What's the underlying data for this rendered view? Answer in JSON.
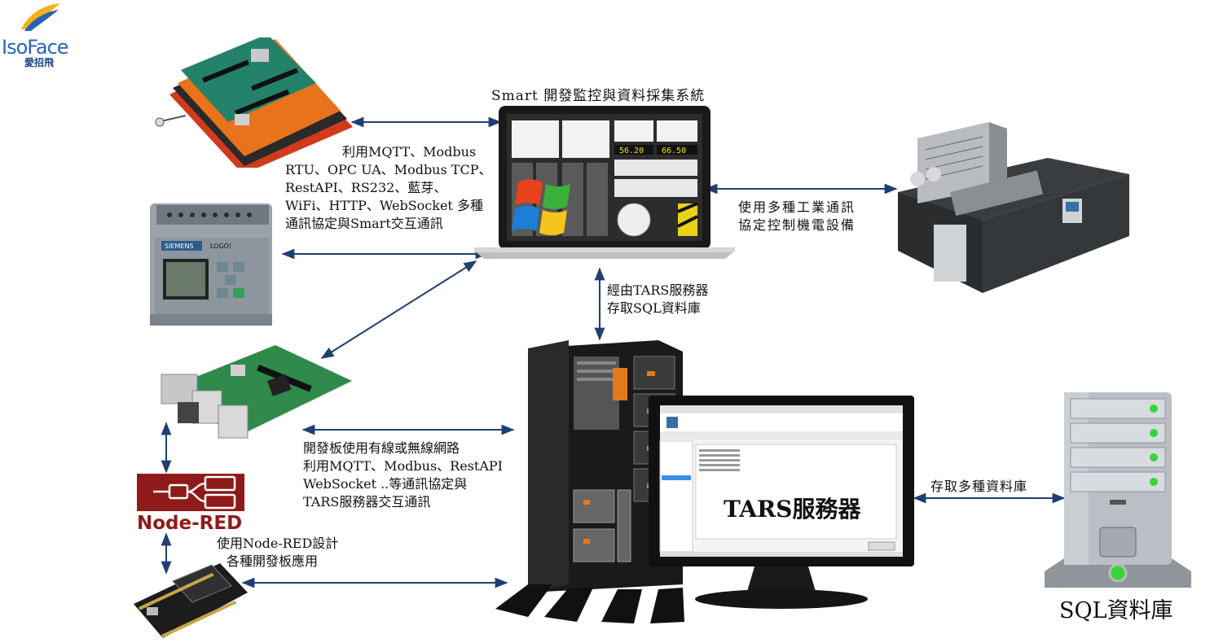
{
  "logo": {
    "name": "IsoFace",
    "subtitle": "愛招飛"
  },
  "laptop": {
    "title": "Smart 開發監控與資料採集系統"
  },
  "protocols": {
    "lines": [
      "利用MQTT、Modbus",
      "RTU、OPC UA、Modbus TCP、",
      "RestAPI、RS232、藍芽、",
      "WiFi、HTTP、WebSocket 多種",
      "通訊協定與Smart交互通訊"
    ]
  },
  "industrial": {
    "lines": [
      "使用多種工業通訊",
      "協定控制機電設備"
    ]
  },
  "tars_access": {
    "lines": [
      "經由TARS服務器",
      "存取SQL資料庫"
    ]
  },
  "board_network": {
    "lines": [
      "開發板使用有線或無線網路",
      "利用MQTT、Modbus、RestAPI",
      "WebSocket ..等通訊協定與",
      "TARS服務器交互通訊"
    ]
  },
  "nodered": {
    "logo_text": "Node-RED",
    "lines": [
      "使用Node-RED設計",
      "各種開發板應用"
    ]
  },
  "server": {
    "monitor_label": "TARS服務器"
  },
  "db_access": {
    "label": "存取多種資料庫"
  },
  "database": {
    "label": "SQL資料庫"
  },
  "plc": {
    "brand": "SIEMENS",
    "model": "LOGO!"
  },
  "colors": {
    "arrow": "#1f3f73",
    "nodered_red": "#8f1a1a",
    "logo_blue": "#2a63b8",
    "led_green": "#37d43a"
  }
}
